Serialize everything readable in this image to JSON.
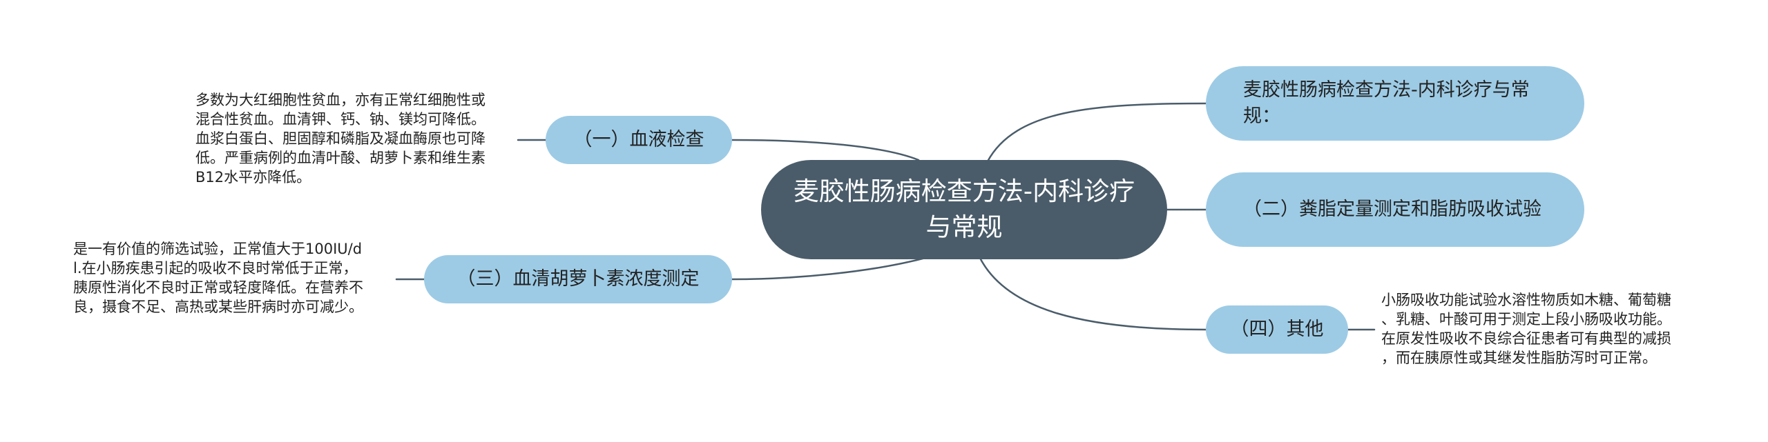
{
  "center": {
    "label": "麦胶性肠病检查方法-内科诊疗与常规"
  },
  "right_branches": [
    {
      "label": "麦胶性肠病检查方法-内科诊疗与常规："
    },
    {
      "label": "（二）粪脂定量测定和脂肪吸收试验"
    },
    {
      "label": "（四）其他"
    }
  ],
  "left_branches": [
    {
      "label": "（一）血液检查"
    },
    {
      "label": "（三）血清胡萝卜素浓度测定"
    }
  ],
  "notes": {
    "blood": "多数为大红细胞性贫血，亦有正常红细胞性或\n混合性贫血。血清钾、钙、钠、镁均可降低。\n血浆白蛋白、胆固醇和磷脂及凝血酶原也可降\n低。严重病例的血清叶酸、胡萝卜素和维生素\nB12水平亦降低。",
    "carotene": "是一有价值的筛选试验，正常值大于100IU/d\nl.在小肠疾患引起的吸收不良时常低于正常，\n胰原性消化不良时正常或轻度降低。在营养不\n良，摄食不足、高热或某些肝病时亦可减少。",
    "other": "小肠吸收功能试验水溶性物质如木糖、葡萄糖\n、乳糖、叶酸可用于测定上段小肠吸收功能。\n在原发性吸收不良综合征患者可有典型的减损\n，而在胰原性或其继发性脂肪泻时可正常。"
  },
  "colors": {
    "center_fill": "#4a5c6a",
    "branch_fill": "#9dcbe5",
    "connector": "#4a5c6a"
  }
}
